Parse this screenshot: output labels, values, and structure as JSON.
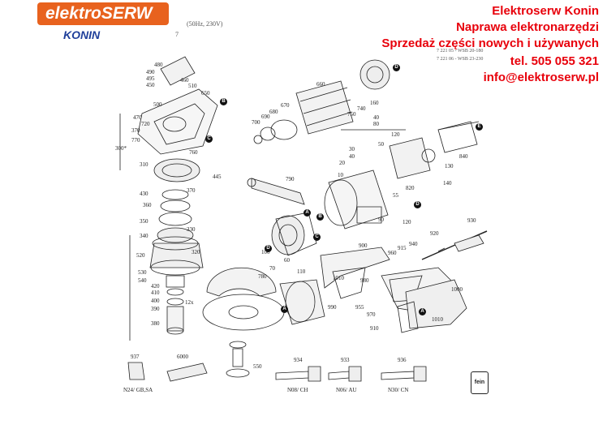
{
  "brand": {
    "logo_text": "elektroSERW",
    "location": "KONIN"
  },
  "header": {
    "model_line": "(50Hz, 230V)",
    "catalog_line": "7",
    "variant_1": "7 221 05 - WSB 20-180",
    "variant_2": "7 221 06 - WSB 23-230"
  },
  "promo": {
    "line1": "Elektroserw Konin",
    "line2": "Naprawa elektronarzędzi",
    "line3": "Sprzedaż części nowych i używanych",
    "line4": "tel. 505 055 321",
    "line5": "info@elektroserw.pl"
  },
  "manufacturer_logo": "fein",
  "part_labels": [
    "480",
    "490",
    "495",
    "450",
    "460",
    "510",
    "650",
    "500",
    "470",
    "720",
    "370",
    "770",
    "300*",
    "760",
    "310",
    "445",
    "430",
    "370",
    "360",
    "350",
    "330",
    "340",
    "320",
    "520",
    "530",
    "540",
    "420",
    "410",
    "400",
    "390",
    "380",
    "12x",
    "660",
    "670",
    "680",
    "690",
    "700",
    "740",
    "750",
    "160",
    "40",
    "80",
    "120",
    "30",
    "40",
    "20",
    "50",
    "10",
    "840",
    "130",
    "140",
    "790",
    "820",
    "55",
    "90",
    "120",
    "100",
    "60",
    "70",
    "110",
    "1010",
    "980",
    "990",
    "955",
    "970",
    "910",
    "900",
    "915",
    "960",
    "940",
    "920",
    "930",
    "1000",
    "1010",
    "780",
    "550",
    "937",
    "6000",
    "934",
    "933",
    "936"
  ],
  "bubble_labels": [
    "B",
    "C",
    "D",
    "E",
    "A",
    "D",
    "A",
    "B",
    "C",
    "D",
    "A"
  ],
  "plug_variants": [
    "N24/ GB,SA",
    "N08/ CH",
    "N06/ AU",
    "N30/ CN"
  ],
  "colors": {
    "logo_bg": "#e8621e",
    "logo_text": "#ffffff",
    "konin": "#1f3f9a",
    "promo": "#e8000b",
    "lines": "#222222"
  }
}
